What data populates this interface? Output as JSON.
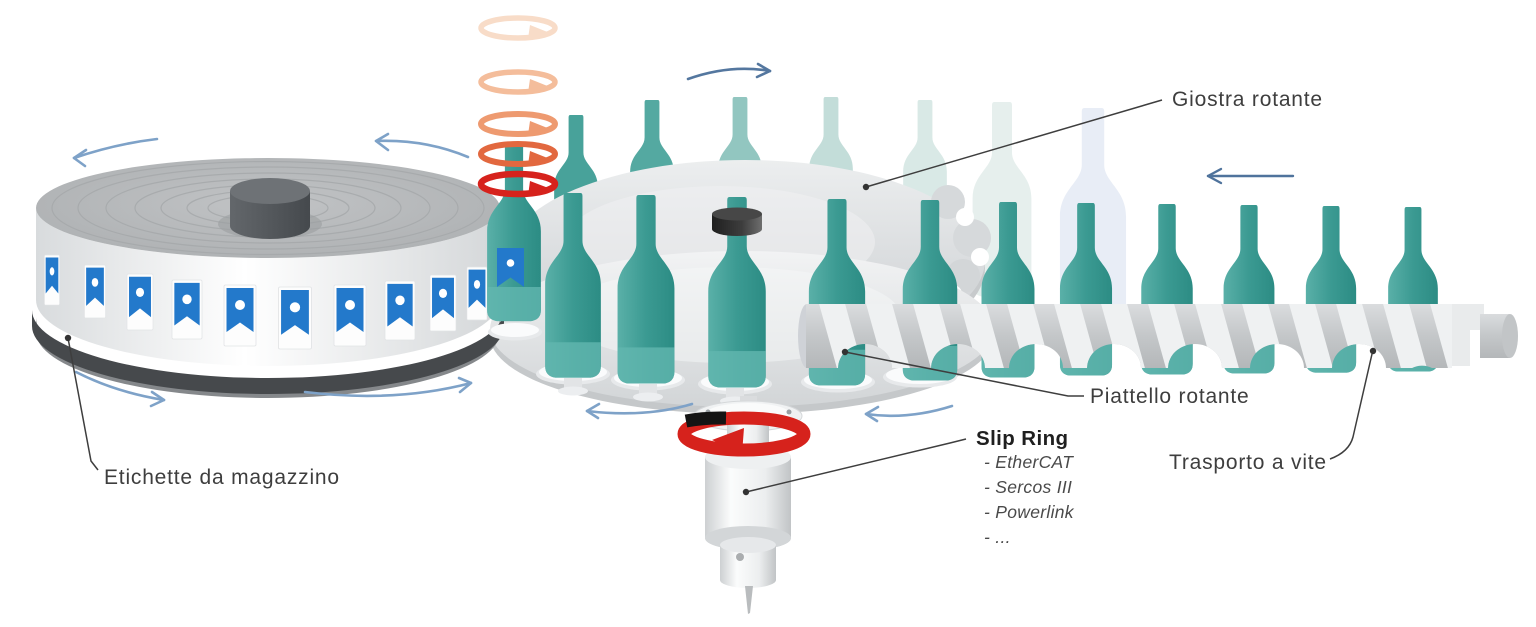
{
  "diagram": {
    "type": "technical-illustration",
    "subject": "bottle labeling machine line",
    "callouts": {
      "giostra": "Giostra rotante",
      "piattello": "Piattello rotante",
      "slip_ring_title": "Slip Ring",
      "slip_ring_items": [
        "- EtherCAT",
        "- Sercos III",
        "- Powerlink",
        "- ..."
      ],
      "trasporto": "Trasporto a vite",
      "etichette": "Etichette da magazzino"
    },
    "colors": {
      "bottle_teal": "#3B9A92",
      "bottle_ghost_green": "#E6EFED",
      "bottle_ghost_blue": "#E8EDF6",
      "label_blue": "#2379CB",
      "rotation_red": "#D6221C",
      "arrow_blue": "#7EA2C8",
      "arrow_blue_dark": "#4F739C",
      "machine_gray": "#C9CCCE",
      "leader_line": "#3E3E3E",
      "text": "#3E3E3E"
    },
    "icons": {
      "blue_rotation_arrows": [
        "roll-rotation-arrow-top-left",
        "roll-rotation-arrow-top-right",
        "roll-rotation-arrow-bottom-left",
        "roll-rotation-arrow-bottom-right",
        "carousel-rotation-arrow-top",
        "carousel-rotation-arrow-bottom-left",
        "carousel-rotation-arrow-bottom-right",
        "conveyor-direction-arrow"
      ],
      "red_rotation_arrows": [
        "bottle-spin-arrow-stack",
        "slip-ring-rotation-arrow"
      ]
    }
  }
}
